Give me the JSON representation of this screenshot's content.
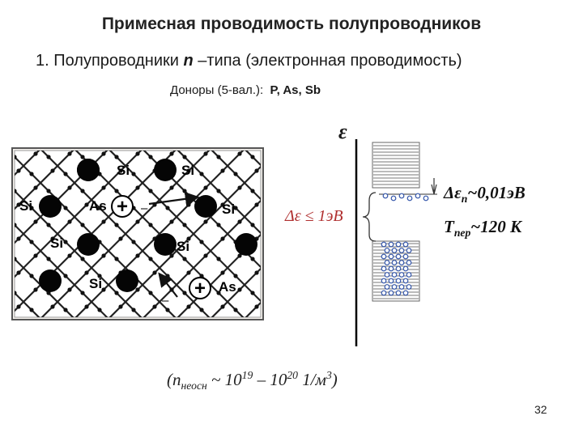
{
  "title": "Примесная проводимость полупроводников",
  "subtitle": {
    "prefix": "1. Полупроводники ",
    "n": "n",
    "suffix": " –типа (электронная проводимость)"
  },
  "donors": {
    "label": "Доноры (5-вал.):",
    "elements": "P, As, Sb"
  },
  "lattice": {
    "si_label": "Si",
    "as_label": "As",
    "plus_sign": "+",
    "minus_sign": "–"
  },
  "band_diagram": {
    "energy_symbol": "ε",
    "gap_label": "Δε ≤ 1эВ",
    "donor_gap": {
      "symbol": "Δε",
      "sub": "п",
      "value": "~0,01эВ"
    },
    "temperature": {
      "symbol": "T",
      "sub": "пер",
      "value": "~120 К"
    }
  },
  "concentration": {
    "open": "(n",
    "sub": "неосн",
    "mid1": " ~ 10",
    "exp1": "19",
    "mid2": " – 10",
    "exp2": "20",
    "mid3": " 1/м",
    "exp3": "3",
    "close": ")"
  },
  "page_number": "32",
  "colors": {
    "gap_label": "#b03030",
    "atom": "#000000",
    "electron": "#3355aa"
  }
}
